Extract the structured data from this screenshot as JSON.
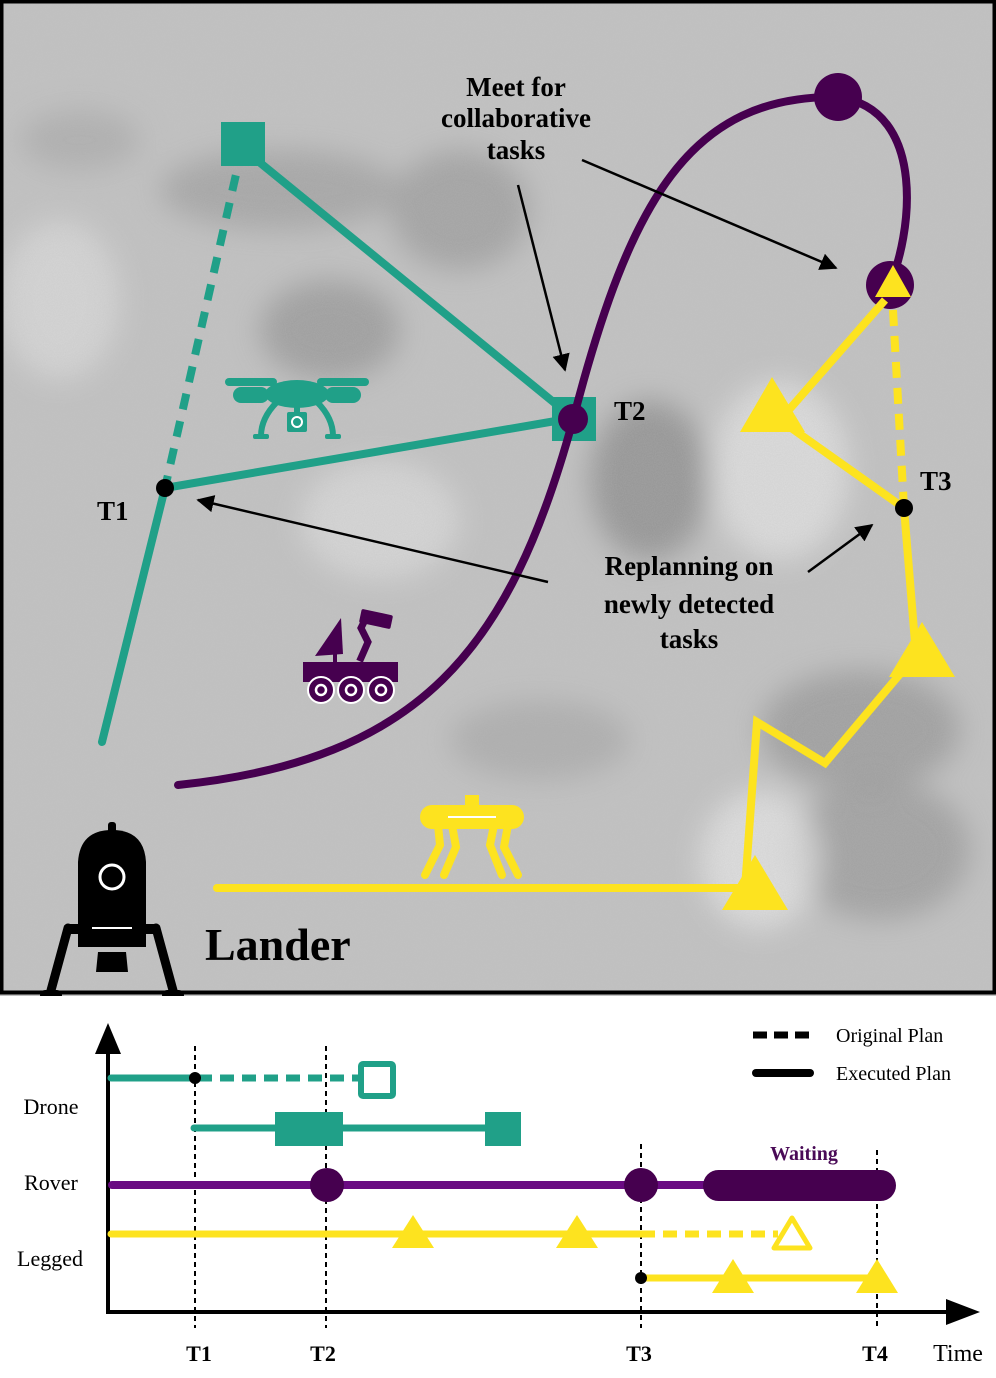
{
  "colors": {
    "drone": "#20a088",
    "rover_dark": "#46004f",
    "rover_line": "#6a0a82",
    "legged": "#fde31f",
    "terrain": "#b9b9b9",
    "text": "#000000",
    "waiting_text": "#4a0b57"
  },
  "map": {
    "annotations": {
      "meet_line1": "Meet for",
      "meet_line2": "collaborative",
      "meet_line3": "tasks",
      "replan_line1": "Replanning on",
      "replan_line2": "newly detected",
      "replan_line3": "tasks"
    },
    "labels": {
      "t1": "T1",
      "t2": "T2",
      "t3": "T3",
      "lander": "Lander"
    },
    "icons": [
      "drone-icon",
      "rover-icon",
      "legged-robot-icon",
      "lander-icon"
    ]
  },
  "timeline": {
    "rows": [
      "Drone",
      "Rover",
      "Legged"
    ],
    "ticks": [
      "T1",
      "T2",
      "T3",
      "T4"
    ],
    "xlabel": "Time",
    "waiting": "Waiting",
    "legend": {
      "original": "Original Plan",
      "executed": "Executed Plan"
    }
  }
}
